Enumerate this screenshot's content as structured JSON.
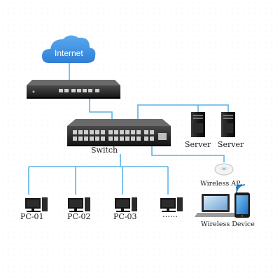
{
  "labels": {
    "internet": "Internet",
    "switch": "Switch",
    "server_1": "Server",
    "server_2": "Server",
    "wireless_ap": "Wireless AP",
    "wireless_device": "Wireless Device",
    "pcs": [
      "PC-01",
      "PC-02",
      "PC-03",
      "……"
    ]
  },
  "icons": [
    "internet-cloud-icon",
    "firewall-appliance-icon",
    "network-switch-icon",
    "server-icon",
    "wireless-ap-icon",
    "wifi-signal-icon",
    "laptop-icon",
    "smartphone-icon",
    "pc-icon"
  ],
  "colors": {
    "link_line": "#5bb3e6",
    "cloud": "#3d8fe0",
    "device_body": "#1a1a1a",
    "wifi_signal": "#1f6fc2"
  }
}
